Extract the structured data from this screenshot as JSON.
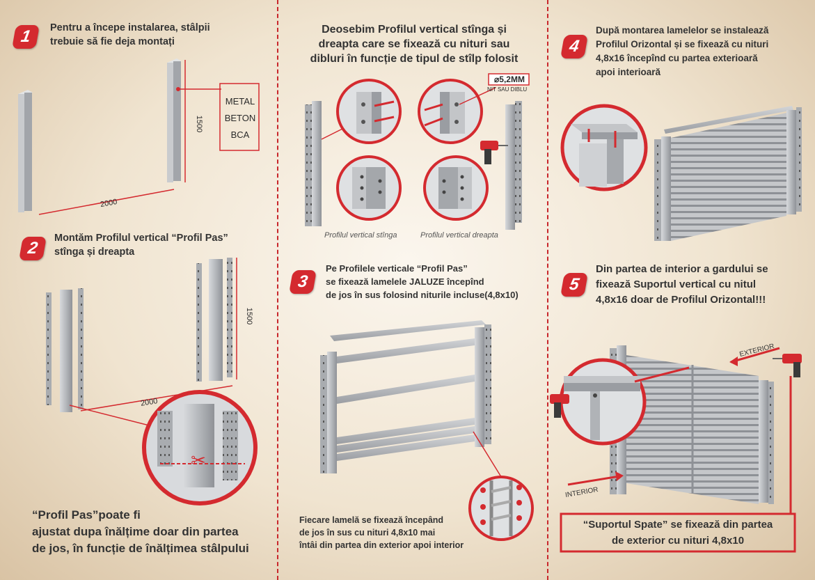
{
  "colors": {
    "accent": "#d42a2f",
    "metal": "#b9bcc0",
    "metal_dark": "#8d9196"
  },
  "step1": {
    "number": "1",
    "text_line1": "Pentru a începe instalarea, stâlpii",
    "text_line2": "trebuie să fie deja montați",
    "materials": [
      "METAL",
      "BETON",
      "BCA"
    ],
    "dim_height": "1500",
    "dim_width": "2000"
  },
  "step2": {
    "number": "2",
    "text_line1": "Montăm Profilul vertical “Profil Pas”",
    "text_line2": "stînga și dreapta",
    "dim_height": "1500",
    "dim_width": "2000",
    "note_line1": "“Profil Pas”poate fi",
    "note_line2": "ajustat dupa înălțime doar din partea",
    "note_line3": "de jos, în funcție de înălțimea stâlpului"
  },
  "center_top": {
    "line1": "Deosebim Profilul vertical stînga și",
    "line2": "dreapta care se fixează cu nituri sau",
    "line3": "dibluri în funcție de tipul de stîlp folosit",
    "diameter": "⌀5,2MM",
    "rivet_note": "NIT SAU DIBLU",
    "caption_left": "Profilul vertical stînga",
    "caption_right": "Profilul vertical dreapta"
  },
  "step3": {
    "number": "3",
    "text_line1": "Pe Profilele verticale “Profil Pas”",
    "text_line2": "se fixează lamelele JALUZE începînd",
    "text_line3": "de jos în sus folosind niturile incluse(4,8x10)",
    "note_line1": "Fiecare lamelă se fixează începând",
    "note_line2": "de jos în sus cu nituri 4,8x10 mai",
    "note_line3": "întâi din partea din exterior apoi interior"
  },
  "step4": {
    "number": "4",
    "text_line1": "După montarea lamelelor se instalează",
    "text_line2": "Profilul Orizontal și se fixează cu nituri",
    "text_line3": "4,8x16 începînd cu partea exterioară",
    "text_line4": "apoi interioară"
  },
  "step5": {
    "number": "5",
    "text_line1": "Din partea de interior a gardului se",
    "text_line2": "fixează Suportul vertical cu nitul",
    "text_line3": "4,8x16 doar de Profilul Orizontal!!!",
    "label_exterior": "EXTERIOR",
    "label_interior": "INTERIOR",
    "box_line1": "“Suportul Spate” se fixează din partea",
    "box_line2": "de exterior cu nituri 4,8x10"
  }
}
